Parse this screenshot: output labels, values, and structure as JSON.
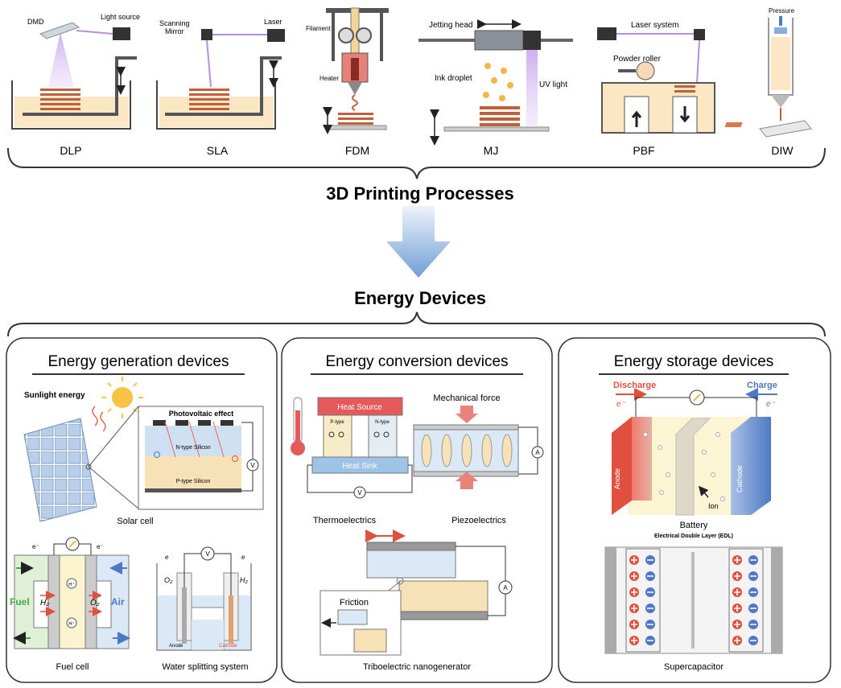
{
  "processes": {
    "heading": "3D Printing Processes",
    "items": [
      {
        "name": "DLP",
        "labels": [
          "DMD",
          "Light source"
        ]
      },
      {
        "name": "SLA",
        "labels": [
          "Scanning",
          "Mirror",
          "Laser"
        ]
      },
      {
        "name": "FDM",
        "labels": [
          "Filament",
          "Heater"
        ]
      },
      {
        "name": "MJ",
        "labels": [
          "Jetting head",
          "Ink droplet",
          "UV light"
        ]
      },
      {
        "name": "PBF",
        "labels": [
          "Laser system",
          "Powder roller"
        ]
      },
      {
        "name": "DIW",
        "labels": [
          "Pressure"
        ]
      }
    ]
  },
  "devices": {
    "heading": "Energy Devices",
    "generation": {
      "title": "Energy generation devices",
      "sunlight": "Sunlight energy",
      "photovoltaic": "Photovoltaic effect",
      "n_silicon": "N-type Silicon",
      "p_silicon": "P-type Silicon",
      "voltmeter": "V",
      "solar_cell": "Solar cell",
      "fuel": "Fuel",
      "air": "Air",
      "h2": "H₂",
      "o2": "O₂",
      "h_plus": "H⁺",
      "electron": "e⁻",
      "fuel_cell": "Fuel cell",
      "ws_o2": "O₂",
      "ws_h2": "H₂",
      "ws_e": "e",
      "ws_v": "V",
      "anode": "Anode",
      "cathode": "Cathode",
      "water_splitting": "Water splitting system"
    },
    "conversion": {
      "title": "Energy conversion devices",
      "heat_source": "Heat Source",
      "heat_sink": "Heat Sink",
      "p_type": "P-type",
      "n_type": "N-type",
      "te_v": "V",
      "thermoelectrics": "Thermoelectrics",
      "mechanical_force": "Mechanical force",
      "pe_a": "A",
      "piezoelectrics": "Piezoelectrics",
      "friction": "Friction",
      "teng_a": "A",
      "teng": "Triboelectric nanogenerator"
    },
    "storage": {
      "title": "Energy storage devices",
      "discharge": "Discharge",
      "charge": "Charge",
      "e_left": "e⁻",
      "e_right": "e⁻",
      "anode": "Anode",
      "cathode": "Cathode",
      "ion": "Ion",
      "battery": "Battery",
      "edl": "Electrical Double Layer (EDL)",
      "supercapacitor": "Supercapacitor"
    }
  },
  "colors": {
    "arrow_top": "#e6eef8",
    "arrow_bottom": "#7aa6d8",
    "resin": "#fbe7c4",
    "layer": "#c0603a",
    "uv": "#b48ee0",
    "heat_source": "#e45a5a",
    "heat_sink": "#9ec3e6",
    "anode": "#e0503f",
    "cathode": "#4f79c4",
    "fuel_green": "#4aa84a"
  }
}
